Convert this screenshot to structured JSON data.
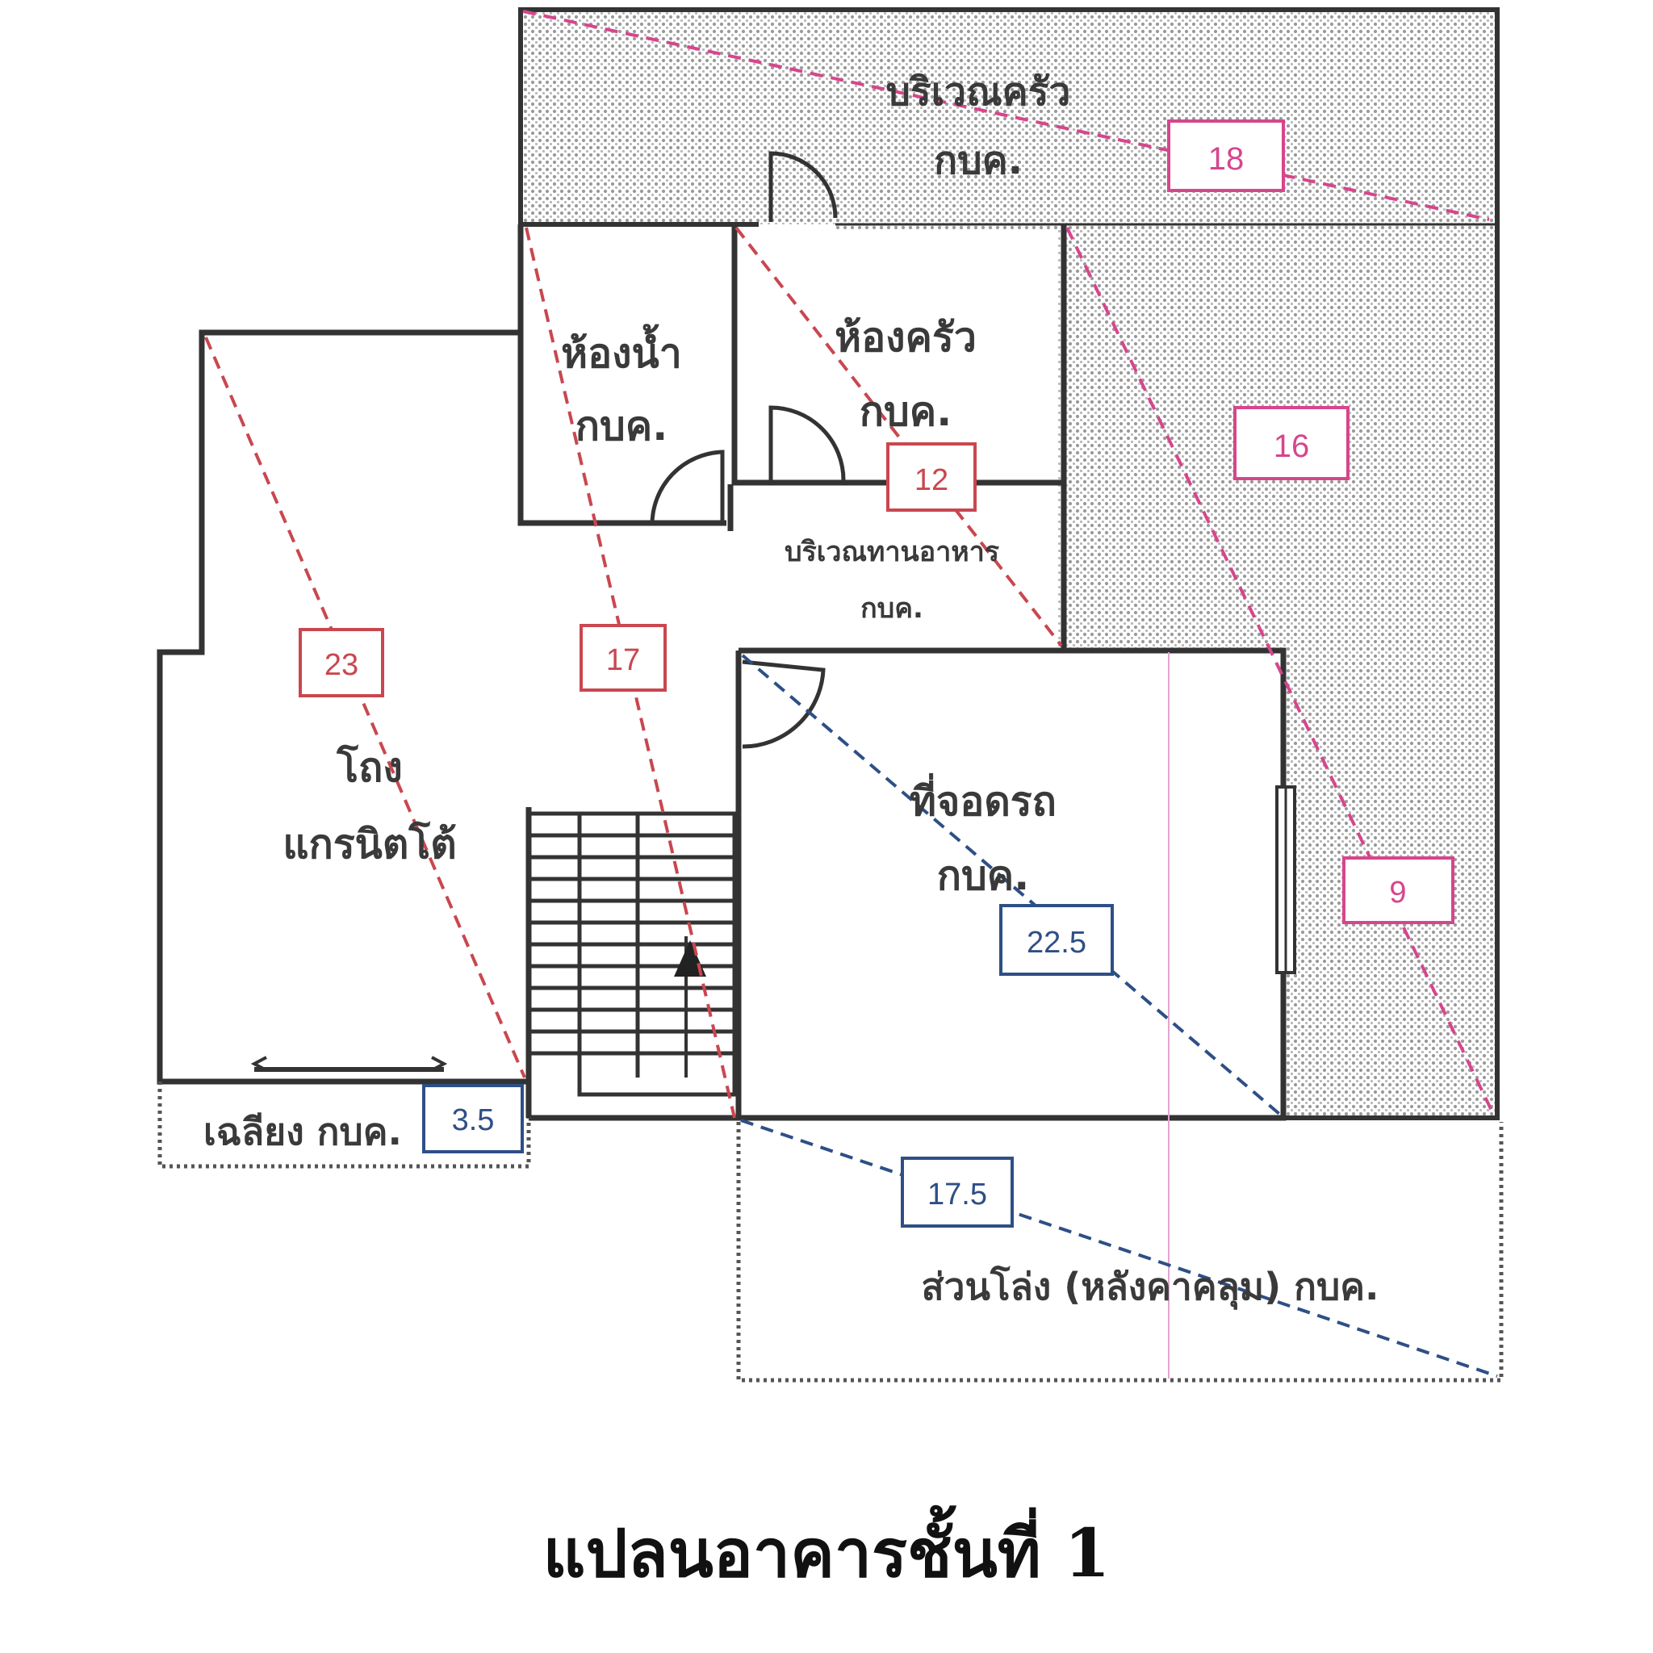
{
  "rooms": {
    "kitchen_area": [
      "บริเวณครัว",
      "กบค."
    ],
    "bathroom": [
      "ห้องน้ำ",
      "กบค."
    ],
    "kitchen": [
      "ห้องครัว",
      "กบค."
    ],
    "dining": [
      "บริเวณทานอาหาร",
      "กบค."
    ],
    "hall": [
      "โถง",
      "แกรนิตโต้"
    ],
    "bedroom": [
      "ที่จอดรถ",
      "กบค."
    ],
    "eave": [
      "เฉลียง กบค."
    ],
    "open_area": [
      "ส่วนโล่ง (หลังคาคลุม) กบค."
    ]
  },
  "measurements": [
    {
      "id": "m18",
      "text": "18",
      "color": "pink"
    },
    {
      "id": "m16",
      "text": "16",
      "color": "pink"
    },
    {
      "id": "m12",
      "text": "12",
      "color": "red"
    },
    {
      "id": "m23",
      "text": "23",
      "color": "red"
    },
    {
      "id": "m17",
      "text": "17",
      "color": "red"
    },
    {
      "id": "m9",
      "text": "9",
      "color": "pink"
    },
    {
      "id": "m225",
      "text": "22.5",
      "color": "blue"
    },
    {
      "id": "m35",
      "text": "3.5",
      "color": "blue"
    },
    {
      "id": "m175",
      "text": "17.5",
      "color": "blue"
    }
  ],
  "colors": {
    "wall": "#333333",
    "red": "#c9474f",
    "pink": "#d6468c",
    "blue": "#2e4f86",
    "hatch": "#a8a8a8"
  },
  "caption": "แปลนอาคารชั้นที่ 1"
}
